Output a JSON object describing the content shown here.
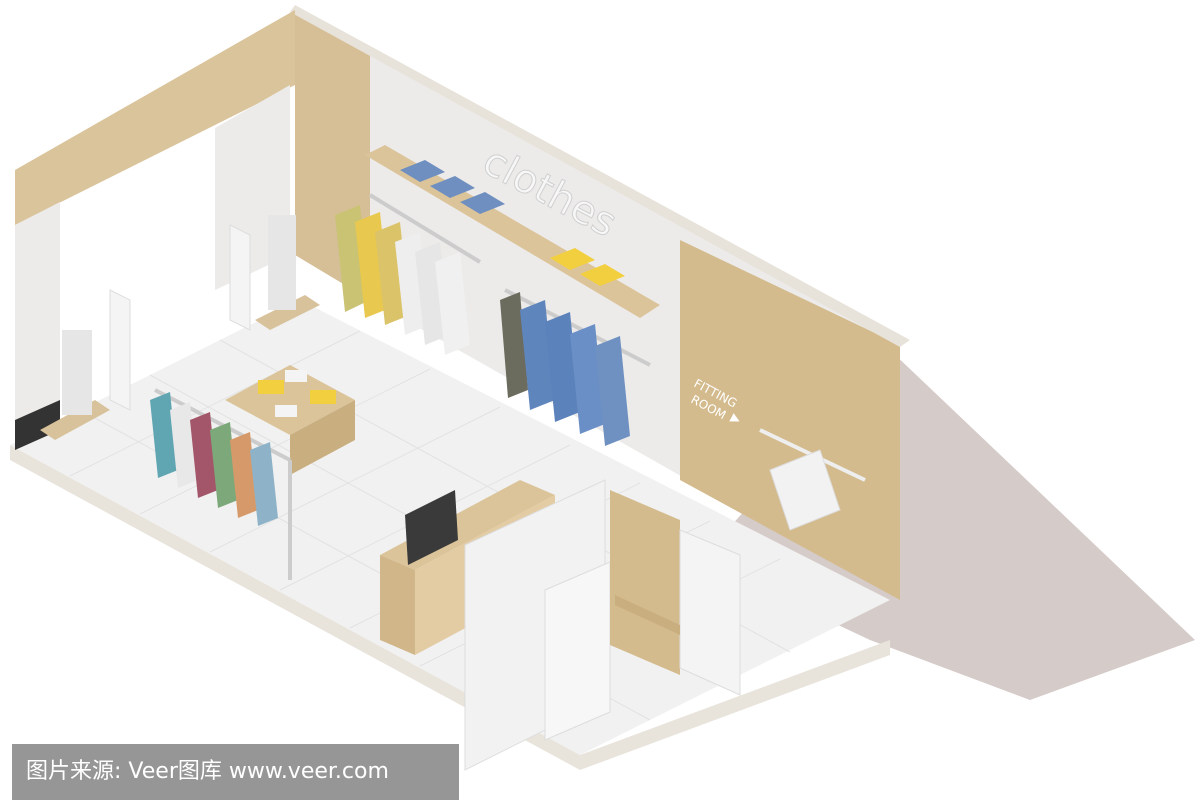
{
  "store": {
    "wall_sign": "clothes",
    "fitting_sign_line1": "FITTING",
    "fitting_sign_line2": "ROOM",
    "fitting_arrow": "▶"
  },
  "watermark": {
    "text": "图片来源: Veer图库 www.veer.com"
  },
  "colors": {
    "wall_beige": "#d8c19a",
    "wall_light": "#ecebe9",
    "floor": "#f2f2f2",
    "shadow": "#d3c8c5",
    "wood": "#dcc49a",
    "shirt_blue": "#6e8fc0",
    "shirt_yellow": "#f2cf3f"
  }
}
